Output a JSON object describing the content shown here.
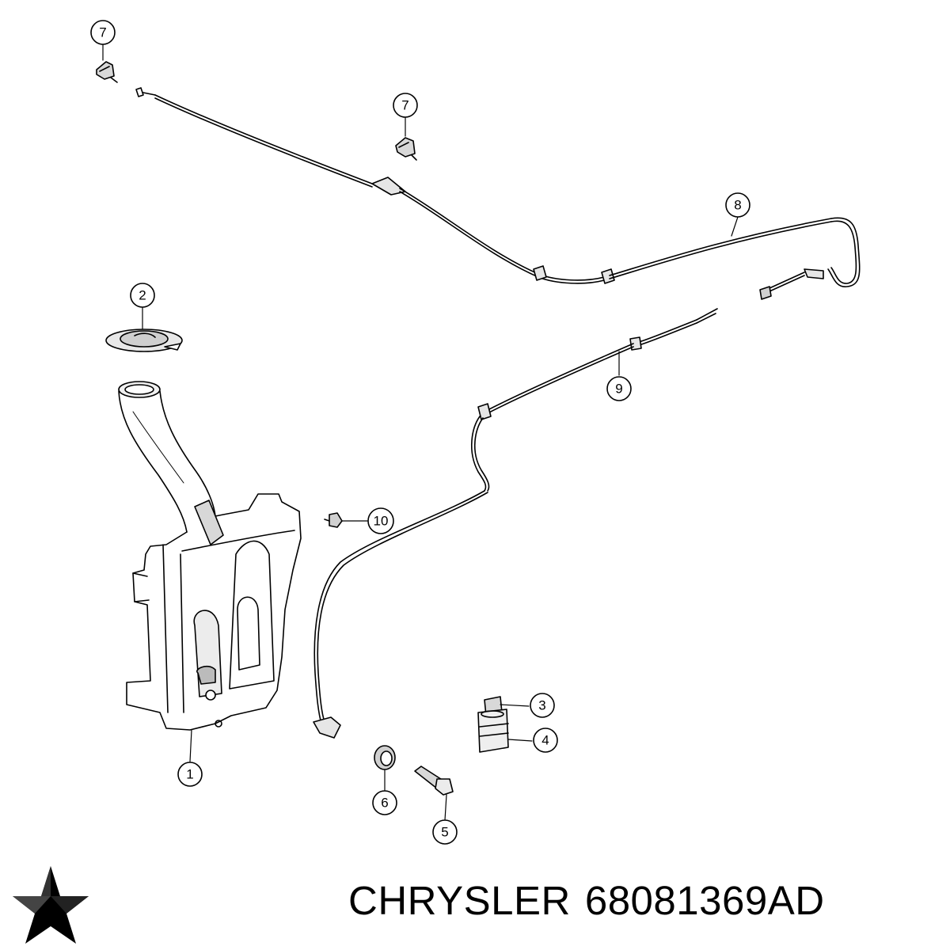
{
  "callouts": [
    "1",
    "2",
    "3",
    "4",
    "5",
    "6",
    "7",
    "8",
    "9",
    "10"
  ],
  "footer": {
    "brand": "CHRYSLER",
    "part_number": "68081369AD"
  },
  "logo_icon": "chrysler-pentastar-icon"
}
